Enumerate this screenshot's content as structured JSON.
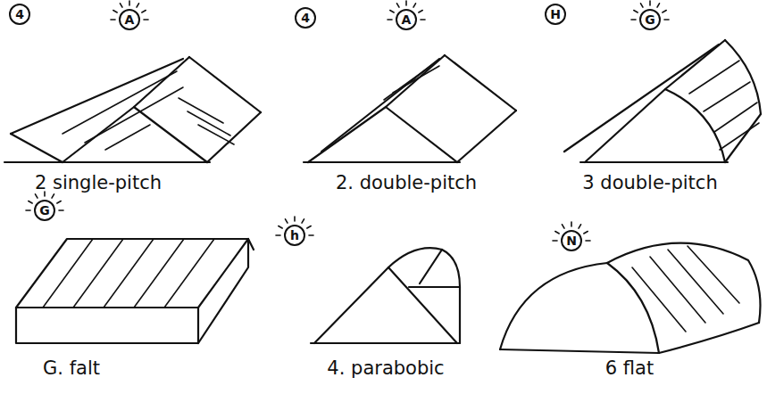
{
  "diagram": {
    "labels": [
      "4",
      "A",
      "4",
      "A",
      "H",
      "G",
      "2 single-pitch",
      "2. double-pitch",
      "3 double-pitch",
      "G",
      "h",
      "N",
      "G. falt",
      "4. parabobic",
      "6 flat"
    ]
  }
}
